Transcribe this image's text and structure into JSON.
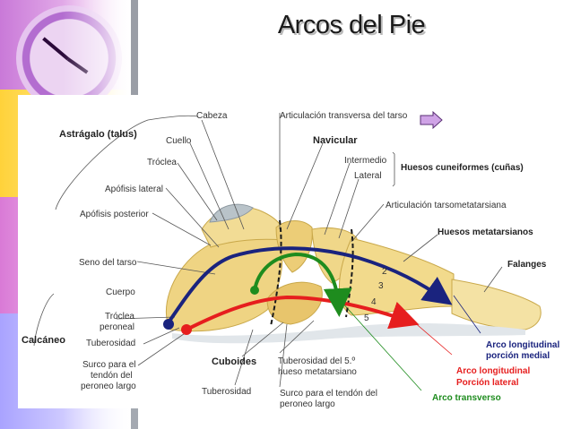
{
  "title": "Arcos del Pie",
  "labels": {
    "astragalo": "Astrágalo (talus)",
    "cabeza": "Cabeza",
    "cuello": "Cuello",
    "troclea": "Tróclea",
    "apofisis_lateral": "Apófisis lateral",
    "apofisis_posterior": "Apófisis posterior",
    "seno_tarso": "Seno del tarso",
    "cuerpo": "Cuerpo",
    "troclea_peroneal_1": "Tróclea",
    "troclea_peroneal_2": "peroneal",
    "tuberosidad": "Tuberosidad",
    "surco_1": "Surco para el",
    "surco_2": "tendón del",
    "surco_3": "peroneo largo",
    "calcaneo": "Calcáneo",
    "tuberosidad_bottom": "Tuberosidad",
    "cuboides": "Cuboides",
    "tuberosidad_5_1": "Tuberosidad del 5.º",
    "tuberosidad_5_2": "hueso metatarsiano",
    "surco_tendon_1": "Surco para el tendón del",
    "surco_tendon_2": "peroneo largo",
    "articulacion_transversa": "Articulación transversa del tarso",
    "navicular": "Navicular",
    "intermedio": "Intermedio",
    "lateral": "Lateral",
    "huesos_cuneiformes": "Huesos cuneiformes (cuñas)",
    "articulacion_tarsometatarsiana": "Articulación tarsometatarsiana",
    "huesos_metatarsianos": "Huesos metatarsianos",
    "falanges": "Falanges",
    "num_2": "2",
    "num_3": "3",
    "num_4": "4",
    "num_5": "5"
  },
  "legend": {
    "medial_1": "Arco longitudinal",
    "medial_2": "porción medial",
    "lateral_1": "Arco longitudinal",
    "lateral_2": "Porción lateral",
    "transverso": "Arco transverso"
  },
  "colors": {
    "medial": "#1a237e",
    "lateral": "#e61e1e",
    "transverso": "#1e8c1e",
    "bone": "#efd483",
    "bone_dark": "#d9b95a",
    "arrow_button_fill": "#cfa3e6"
  },
  "icons": {
    "decor": "clock-icon",
    "nav": "right-arrow-icon"
  }
}
